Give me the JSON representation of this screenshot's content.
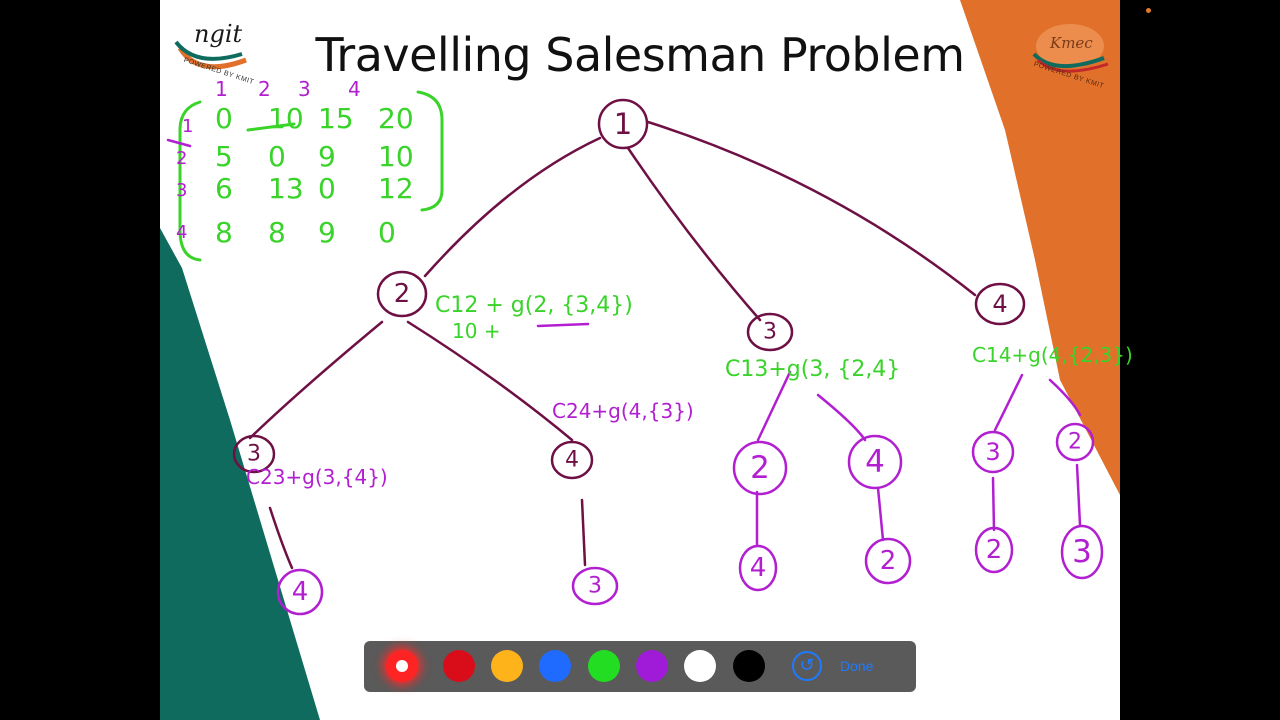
{
  "slide": {
    "title": "Travelling Salesman Problem",
    "logo_left": {
      "text": "ngit",
      "subtext": "POWERED BY KMIT"
    },
    "logo_right": {
      "text": "Kmec",
      "subtext": "POWERED BY KMIT"
    }
  },
  "colors": {
    "orange_band": "#e0702a",
    "teal_band": "#0e6b5e",
    "ink_maroon": "#6e1044",
    "ink_purple": "#b21fd1",
    "ink_green": "#39d32a"
  },
  "annotations": {
    "column_headers": [
      "1",
      "2",
      "3",
      "4"
    ],
    "row_headers": [
      "1",
      "2",
      "3",
      "4"
    ],
    "matrix": [
      [
        "0",
        "10",
        "15",
        "20"
      ],
      [
        "5",
        "0",
        "9",
        "10"
      ],
      [
        "6",
        "13",
        "0",
        "12"
      ],
      [
        "8",
        "8",
        "9",
        "0"
      ]
    ],
    "tree_nodes": {
      "root": "1",
      "level1": [
        "2",
        "3",
        "4"
      ],
      "level2": [
        "3",
        "4",
        "2",
        "4",
        "3",
        "2"
      ],
      "level3": [
        "4",
        "3",
        "4",
        "2",
        "2",
        "3"
      ]
    },
    "formulas": {
      "node2": "C12 + g(2, {3,4})",
      "node2_value": "10 +",
      "node3": "C13+g(3, {2,4}",
      "node4": "C14+g(4,{2,3})",
      "node2_3": "C23+g(3,{4})",
      "node2_4": "C24+g(4,{3})"
    }
  },
  "toolbar": {
    "pen_colors": [
      {
        "name": "red-active",
        "hex": "#ff2424"
      },
      {
        "name": "red",
        "hex": "#d90d1a"
      },
      {
        "name": "yellow",
        "hex": "#ffb31a"
      },
      {
        "name": "blue",
        "hex": "#1f6bff"
      },
      {
        "name": "green",
        "hex": "#22dd22"
      },
      {
        "name": "purple",
        "hex": "#a01bd8"
      },
      {
        "name": "white",
        "hex": "#ffffff"
      },
      {
        "name": "black",
        "hex": "#000000"
      }
    ],
    "undo_icon": "↺",
    "done_label": "Done"
  }
}
